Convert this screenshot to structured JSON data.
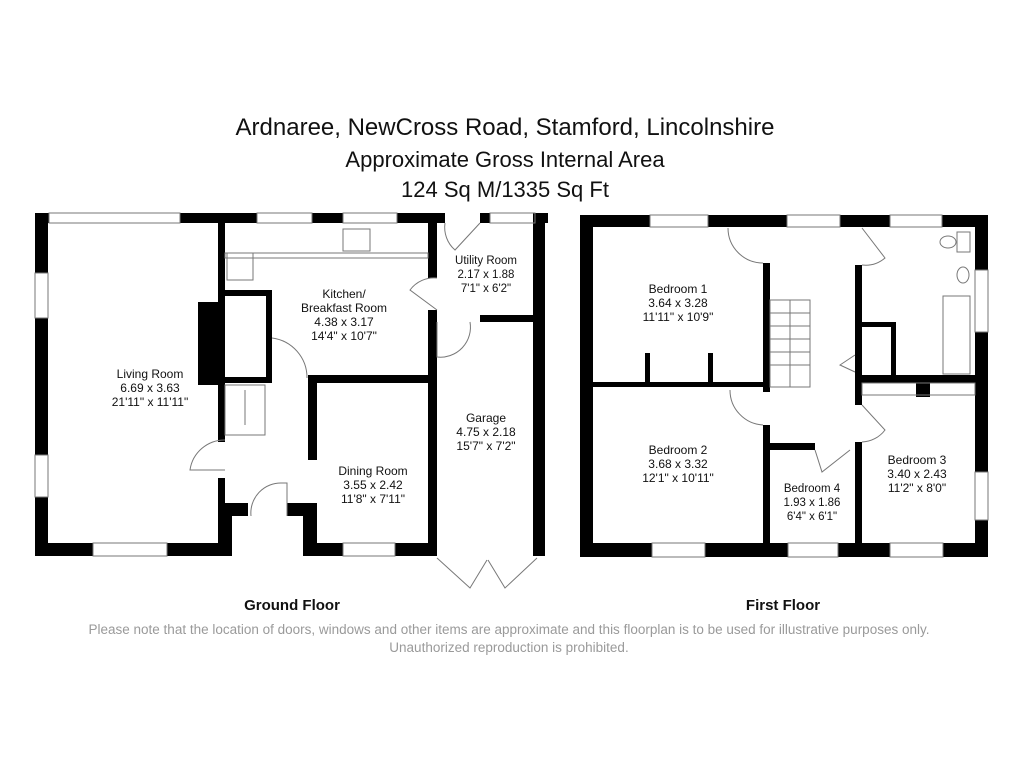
{
  "header": {
    "address": "Ardnaree, NewCross Road, Stamford, Lincolnshire",
    "area_label": "Approximate Gross Internal Area",
    "area_value": "124 Sq M/1335 Sq Ft"
  },
  "ground_floor": {
    "label": "Ground Floor",
    "rooms": [
      {
        "name": "Living Room",
        "metric": "6.69 x 3.63",
        "imperial": "21'11\" x 11'11\""
      },
      {
        "name": "Kitchen/\nBreakfast Room",
        "metric": "4.38 x 3.17",
        "imperial": "14'4\" x 10'7\""
      },
      {
        "name": "Utility Room",
        "metric": "2.17 x 1.88",
        "imperial": "7'1\" x 6'2\""
      },
      {
        "name": "Garage",
        "metric": "4.75 x 2.18",
        "imperial": "15'7\" x 7'2\""
      },
      {
        "name": "Dining Room",
        "metric": "3.55 x 2.42",
        "imperial": "11'8\" x 7'11\""
      }
    ]
  },
  "first_floor": {
    "label": "First Floor",
    "rooms": [
      {
        "name": "Bedroom 1",
        "metric": "3.64 x 3.28",
        "imperial": "11'11\" x 10'9\""
      },
      {
        "name": "Bedroom 2",
        "metric": "3.68 x 3.32",
        "imperial": "12'1\" x 10'11\""
      },
      {
        "name": "Bedroom 4",
        "metric": "1.93 x 1.86",
        "imperial": "6'4\" x 6'1\""
      },
      {
        "name": "Bedroom 3",
        "metric": "3.40 x 2.43",
        "imperial": "11'2\" x 8'0\""
      }
    ]
  },
  "disclaimer": "Please note that the location of doors, windows and other items are approximate and this floorplan is to be used for illustrative purposes only. Unauthorized reproduction is prohibited."
}
